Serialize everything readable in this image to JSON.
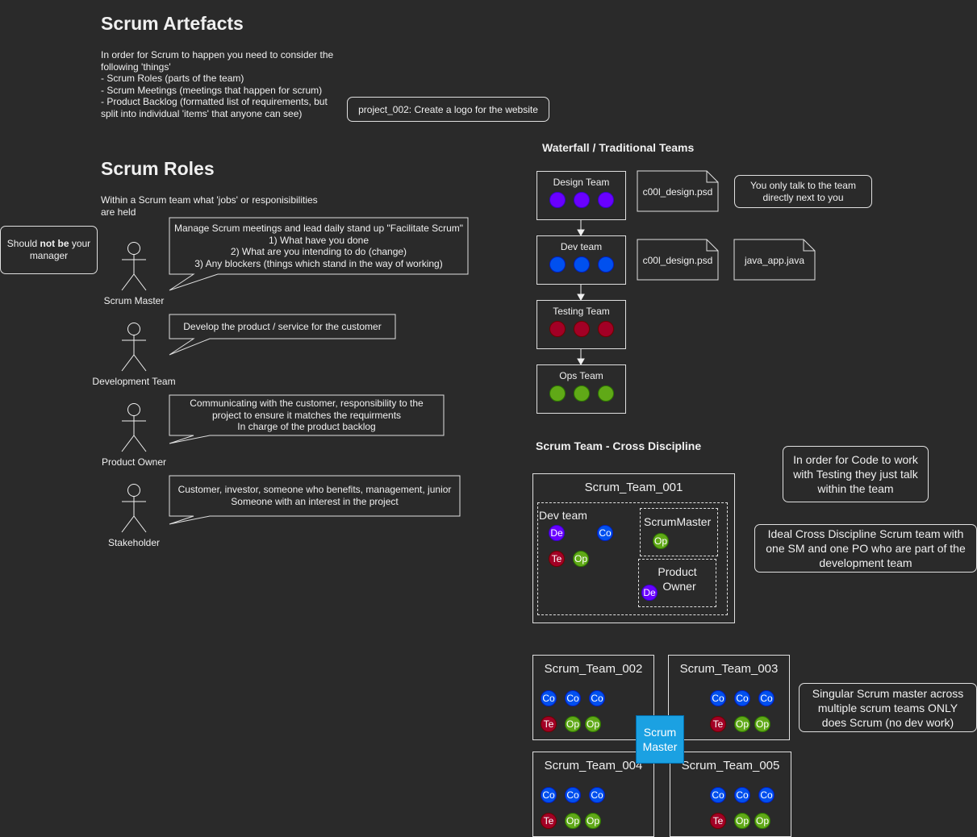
{
  "artefacts": {
    "title": "Scrum Artefacts",
    "lines": [
      "In order for Scrum to happen you need to consider the",
      "following 'things'",
      "- Scrum Roles (parts of the team)",
      "- Scrum Meetings (meetings that happen for scrum)",
      "- Product Backlog (formatted list of requirements, but",
      "split into individual 'items' that anyone can see)"
    ],
    "project_card": "project_002: Create a logo for the website"
  },
  "roles": {
    "title": "Scrum Roles",
    "intro": [
      "Within a Scrum team what 'jobs' or responisibilities",
      "are held"
    ],
    "manager_note_pre": "Should ",
    "manager_note_bold": "not be",
    "manager_note_post": " your",
    "manager_note_line2": "manager",
    "actors": [
      {
        "label": "Scrum Master",
        "lines": [
          "Manage Scrum meetings and lead daily stand up \"Facilitate Scrum\"",
          "1) What have you done",
          "2) What are you intending to do (change)",
          "3) Any blockers (things which stand in the way of working)"
        ]
      },
      {
        "label": "Development Team",
        "lines": [
          "Develop the product / service for the customer"
        ]
      },
      {
        "label": "Product Owner",
        "lines": [
          "Communicating with the customer, responsibility to the",
          "project to ensure it matches the requirments",
          "In charge of the product backlog"
        ]
      },
      {
        "label": "Stakeholder",
        "lines": [
          "Customer, investor, someone who benefits, management, junior",
          "Someone with an interest in the project"
        ]
      }
    ]
  },
  "waterfall": {
    "title": "Waterfall / Traditional Teams",
    "teams": [
      "Design Team",
      "Dev team",
      "Testing Team",
      "Ops Team"
    ],
    "files": [
      "c00l_design.psd",
      "c00l_design.psd",
      "java_app.java"
    ],
    "note": [
      "You only talk to the team",
      "directly next to you"
    ]
  },
  "cross": {
    "title": "Scrum Team - Cross Discipline",
    "team_name": "Scrum_Team_001",
    "dev_team": "Dev team",
    "scrum_master": "ScrumMaster",
    "product_owner": [
      "Product",
      "Owner"
    ],
    "note1": [
      "In order for Code to work",
      "with Testing they just talk",
      "within the team"
    ],
    "note2": [
      "Ideal Cross Discipline Scrum team with",
      "one SM and one PO who are part of the",
      "development team"
    ]
  },
  "badges": {
    "de": "De",
    "co": "Co",
    "te": "Te",
    "op": "Op"
  },
  "multi": {
    "teams": [
      "Scrum_Team_002",
      "Scrum_Team_003",
      "Scrum_Team_004",
      "Scrum_Team_005"
    ],
    "scrum_master": [
      "Scrum",
      "Master"
    ],
    "note": [
      "Singular Scrum master across",
      "multiple scrum teams ONLY",
      "does Scrum (no dev work)"
    ]
  },
  "colors": {
    "background": "#2a2a2a",
    "purple": "#6a00ff",
    "blue": "#0050ef",
    "red": "#a20025",
    "green": "#60a917",
    "scrum_master_box": "#1ba1e2"
  }
}
